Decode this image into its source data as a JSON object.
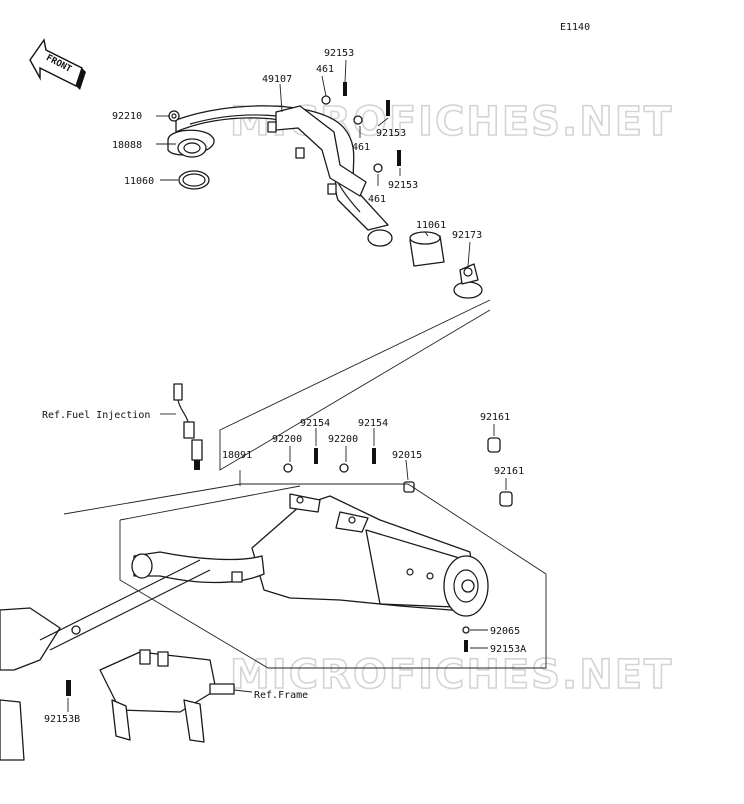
{
  "diagram": {
    "code": "E1140",
    "front_label": "FRONT",
    "watermark": "MICROFICHES.NET",
    "labels": {
      "p92153_top": "92153",
      "p461_top": "461",
      "p49107": "49107",
      "p92210": "92210",
      "p18088": "18088",
      "p11060": "11060",
      "p92153_mid": "92153",
      "p461_mid": "461",
      "p92153_low": "92153",
      "p461_low": "461",
      "p11061": "11061",
      "p92173": "92173",
      "ref_fuel": "Ref.Fuel Injection",
      "p92154_a": "92154",
      "p92154_b": "92154",
      "p92200_a": "92200",
      "p92200_b": "92200",
      "p18091": "18091",
      "p92015": "92015",
      "p92161_a": "92161",
      "p92161_b": "92161",
      "p92065": "92065",
      "p92153A": "92153A",
      "p92153B": "92153B",
      "ref_frame": "Ref.Frame"
    }
  }
}
